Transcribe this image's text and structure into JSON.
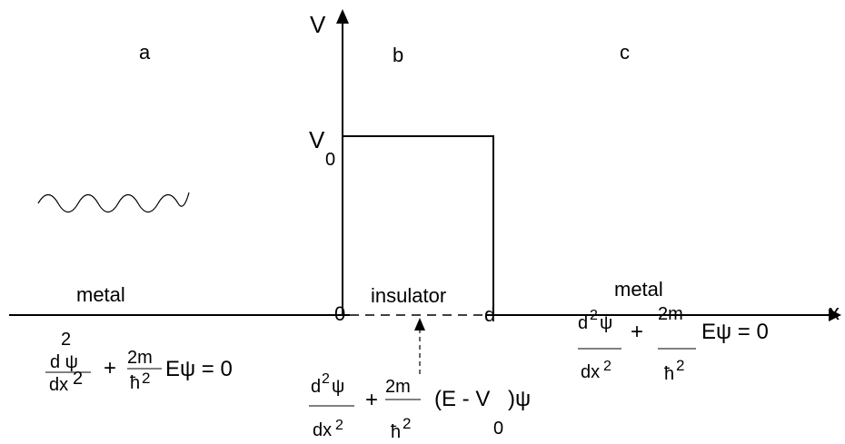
{
  "axes": {
    "y_label": "V",
    "x_label": "x"
  },
  "regions": {
    "a": "a",
    "b": "b",
    "c": "c"
  },
  "barrier": {
    "height_label": "V",
    "height_sub": "0",
    "origin_label": "0",
    "width_label": "d"
  },
  "materials": {
    "left": "metal",
    "middle": "insulator",
    "right": "metal"
  },
  "equations": {
    "left": {
      "sup": "2",
      "num": "d ψ",
      "den": "dx",
      "den_sup": "2",
      "plus": "+",
      "coef_num": "2m",
      "coef_den": "ħ",
      "coef_den_sup": "2",
      "rhs": "Eψ = 0"
    },
    "middle": {
      "num": "d",
      "num_sup": "2",
      "num_psi": "ψ",
      "den": "dx",
      "den_sup": "2",
      "plus": "+",
      "coef_num": "2m",
      "coef_den": "ħ",
      "coef_den_sup": "2",
      "rhs": "(E - V",
      "rhs_end": ")ψ",
      "rhs_sub": "0"
    },
    "right": {
      "num": "d",
      "num_sup": "2",
      "num_psi": "ψ",
      "den": "dx",
      "den_sup": "2",
      "plus": "+",
      "coef_num": "2m",
      "coef_den": "ħ",
      "coef_den_sup": "2",
      "rhs": "Eψ = 0"
    }
  }
}
